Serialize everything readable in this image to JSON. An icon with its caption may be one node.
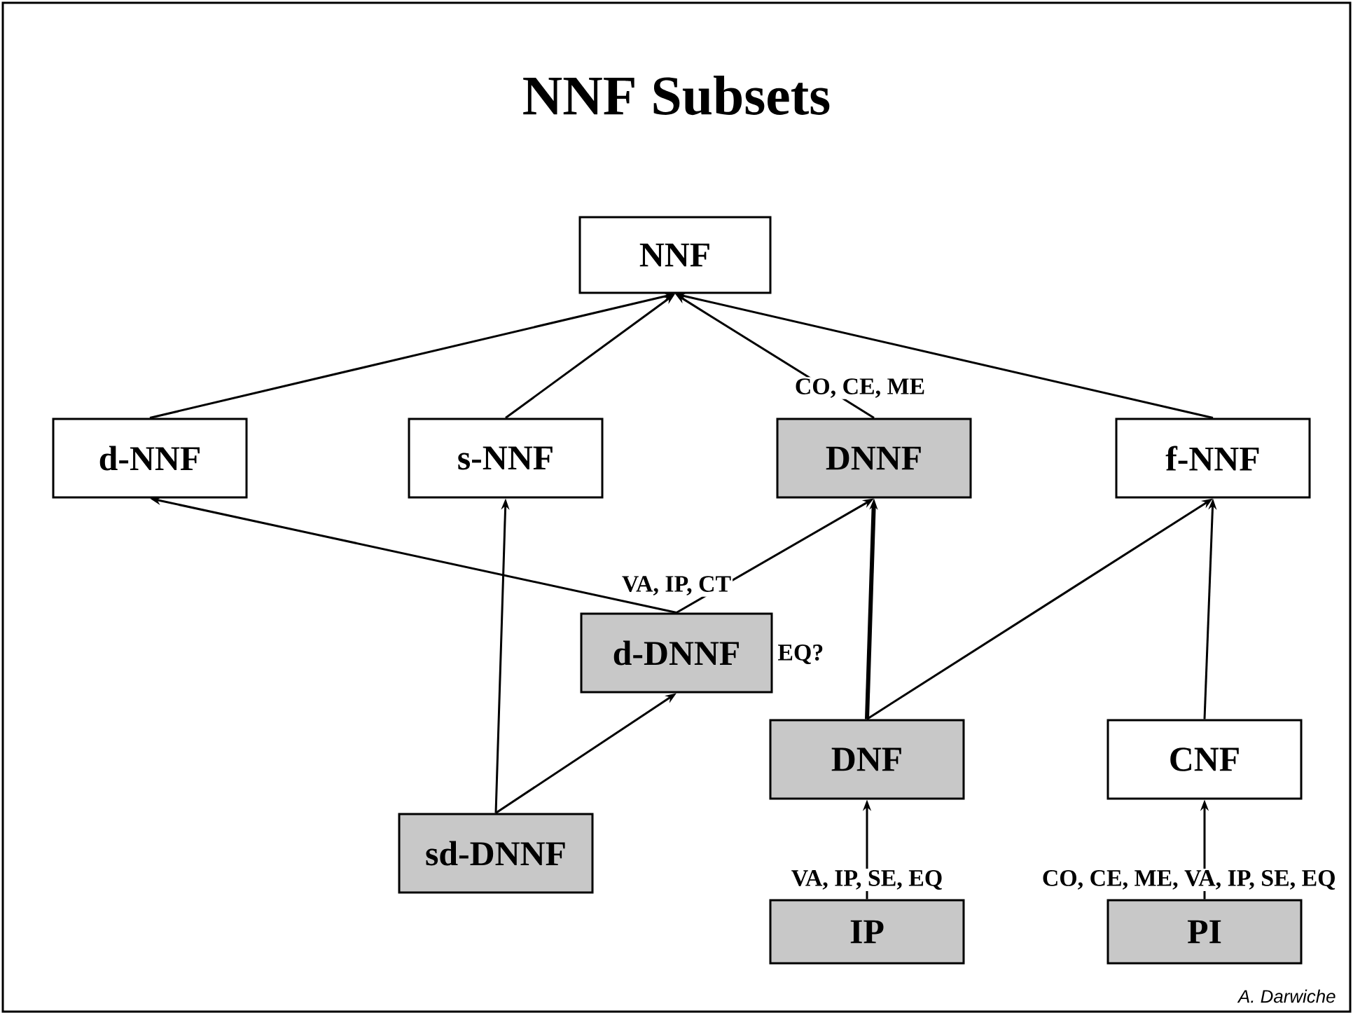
{
  "diagram": {
    "title": "NNF Subsets",
    "nodes": [
      {
        "text": [
          "NNF"
        ]
      },
      {
        "text": [
          "d-NNF"
        ]
      },
      {
        "text": [
          "s-NNF"
        ]
      },
      {
        "text": [
          "DNNF"
        ],
        "beside": [
          "CO, CE, ME"
        ]
      },
      {
        "text": [
          "f-NNF"
        ]
      },
      {
        "text": [
          "d-DNNF"
        ],
        "beside": [
          "VA, IP, CT",
          "EQ?"
        ]
      },
      {
        "text": [
          "DNF"
        ]
      },
      {
        "text": [
          "CNF"
        ]
      },
      {
        "text": [
          "sd-DNNF"
        ]
      },
      {
        "text": [
          "IP"
        ],
        "beside": [
          "VA, IP, SE, EQ"
        ]
      },
      {
        "text": [
          "PI"
        ],
        "beside": [
          "CO, CE, ME, VA, IP, SE, EQ"
        ]
      }
    ],
    "edges": [
      {
        "from": 1,
        "to": 0,
        "arrow": "to"
      },
      {
        "from": 2,
        "to": 0,
        "arrow": "to"
      },
      {
        "from": 3,
        "to": 0,
        "arrow": "to"
      },
      {
        "from": 4,
        "to": 0,
        "arrow": "to"
      },
      {
        "from": 5,
        "to": 1,
        "arrow": "to"
      },
      {
        "from": 5,
        "to": 3,
        "arrow": "to"
      },
      {
        "from": 8,
        "to": 2,
        "arrow": "to"
      },
      {
        "from": 8,
        "to": 5,
        "arrow": "to"
      },
      {
        "from": 6,
        "to": 3,
        "arrow": "to",
        "style": "thick"
      },
      {
        "from": 6,
        "to": 4,
        "arrow": "to"
      },
      {
        "from": 7,
        "to": 4,
        "arrow": "to"
      },
      {
        "from": 9,
        "to": 6,
        "arrow": "to"
      },
      {
        "from": 10,
        "to": 7,
        "arrow": "to"
      }
    ],
    "labels": [
      "A. Darwiche"
    ]
  }
}
